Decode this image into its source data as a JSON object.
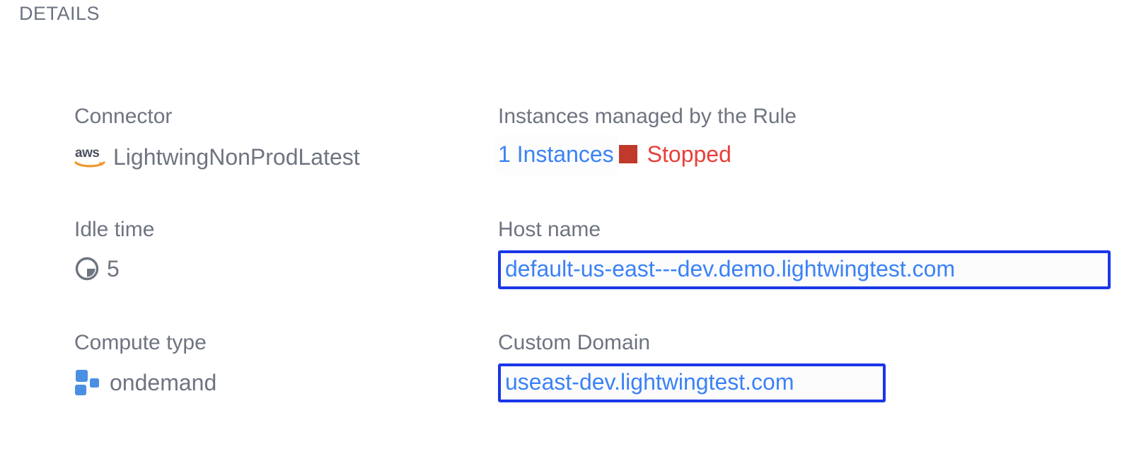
{
  "section": {
    "title": "DETAILS"
  },
  "colors": {
    "label": "#6e7480",
    "value": "#6e7480",
    "link_blue": "#3b82f6",
    "highlight_border": "#1a36e8",
    "status_red_text": "#e8403a",
    "status_red_square": "#c0392b",
    "compute_blue": "#4a90e2",
    "aws_orange": "#f0952a",
    "aws_dark": "#4a5060"
  },
  "fields": {
    "connector": {
      "label": "Connector",
      "value": "LightwingNonProdLatest",
      "icon": "aws-logo-icon"
    },
    "instances": {
      "label": "Instances managed by the Rule",
      "link_text": "1 Instances",
      "status_text": "Stopped",
      "status_icon": "stopped-square-icon"
    },
    "idle_time": {
      "label": "Idle time",
      "value": "5",
      "icon": "clock-icon"
    },
    "host_name": {
      "label": "Host name",
      "value": "default-us-east---dev.demo.lightwingtest.com"
    },
    "compute_type": {
      "label": "Compute type",
      "value": "ondemand",
      "icon": "compute-squares-icon"
    },
    "custom_domain": {
      "label": "Custom Domain",
      "value": "useast-dev.lightwingtest.com"
    }
  }
}
